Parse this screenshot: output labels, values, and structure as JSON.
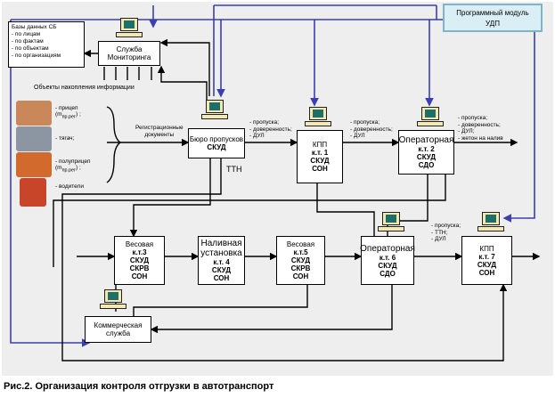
{
  "udp": {
    "line1": "Программный модуль",
    "line2": "УДП"
  },
  "db": {
    "title": "Базы данных СБ",
    "items": [
      "- по лицам",
      "- по фактам",
      "- по объектам",
      "- по организациям"
    ]
  },
  "monitoring": {
    "line1": "Служба",
    "line2": "Мониторинга"
  },
  "objects_label": "Объекты накопления информации",
  "vehicles": [
    {
      "label": "- прицеп",
      "sub": "(m",
      "sub2": "пр.рег",
      "sub3": ") ;"
    },
    {
      "label": "- тягач;"
    },
    {
      "label": "- полуприцеп",
      "sub": "(m",
      "sub2": "пр.рег",
      "sub3": ") ;"
    },
    {
      "label": "- водители"
    }
  ],
  "reg_docs": {
    "line1": "Регистрационные",
    "line2": "документы"
  },
  "bureau": {
    "line1": "Бюро пропусков",
    "line2": "СКУД"
  },
  "ttn": "ТТН",
  "docs1": [
    "- пропуска;",
    "- доверенность;",
    "- ДУЛ"
  ],
  "docs2": [
    "- пропуска;",
    "- доверенность;",
    "- ДУЛ"
  ],
  "kpp1": {
    "line1": "КПП",
    "line2": "к.т. 1",
    "line3": "СКУД",
    "line4": "СОН"
  },
  "op2": {
    "line1": "Операторная",
    "line2": "к.т. 2",
    "line3": "СКУД",
    "line4": "СДО"
  },
  "docs3": [
    "- пропуска;",
    "- доверенность;",
    "- ДУЛ;",
    "- жетон на налив"
  ],
  "docs4": [
    "- пропуска;",
    "- ТТН;",
    "- ДУЛ"
  ],
  "ves3": {
    "line1": "Весовая",
    "line2": "к.т.3",
    "line3": "СКУД",
    "line4": "СКРВ",
    "line5": "СОН"
  },
  "naliv": {
    "line1": "Наливная",
    "line2": "установка",
    "line3": "к.т. 4",
    "line4": "СКУД",
    "line5": "СОН"
  },
  "ves5": {
    "line1": "Весовая",
    "line2": "к.т.5",
    "line3": "СКУД",
    "line4": "СКРВ",
    "line5": "СОН"
  },
  "op6": {
    "line1": "Операторная",
    "line2": "к.т. 6",
    "line3": "СКУД",
    "line4": "СДО"
  },
  "kpp7": {
    "line1": "КПП",
    "line2": "к.т. 7",
    "line3": "СКУД",
    "line4": "СОН"
  },
  "commerce": {
    "line1": "Коммерческая",
    "line2": "служба"
  },
  "caption": "Рис.2. Организация контроля отгрузки в автотранспорт",
  "colors": {
    "blue_line": "#3b3fb0",
    "black_line": "#000000",
    "panel": "#eeeeee",
    "udp_fill": "#d9eef5"
  }
}
